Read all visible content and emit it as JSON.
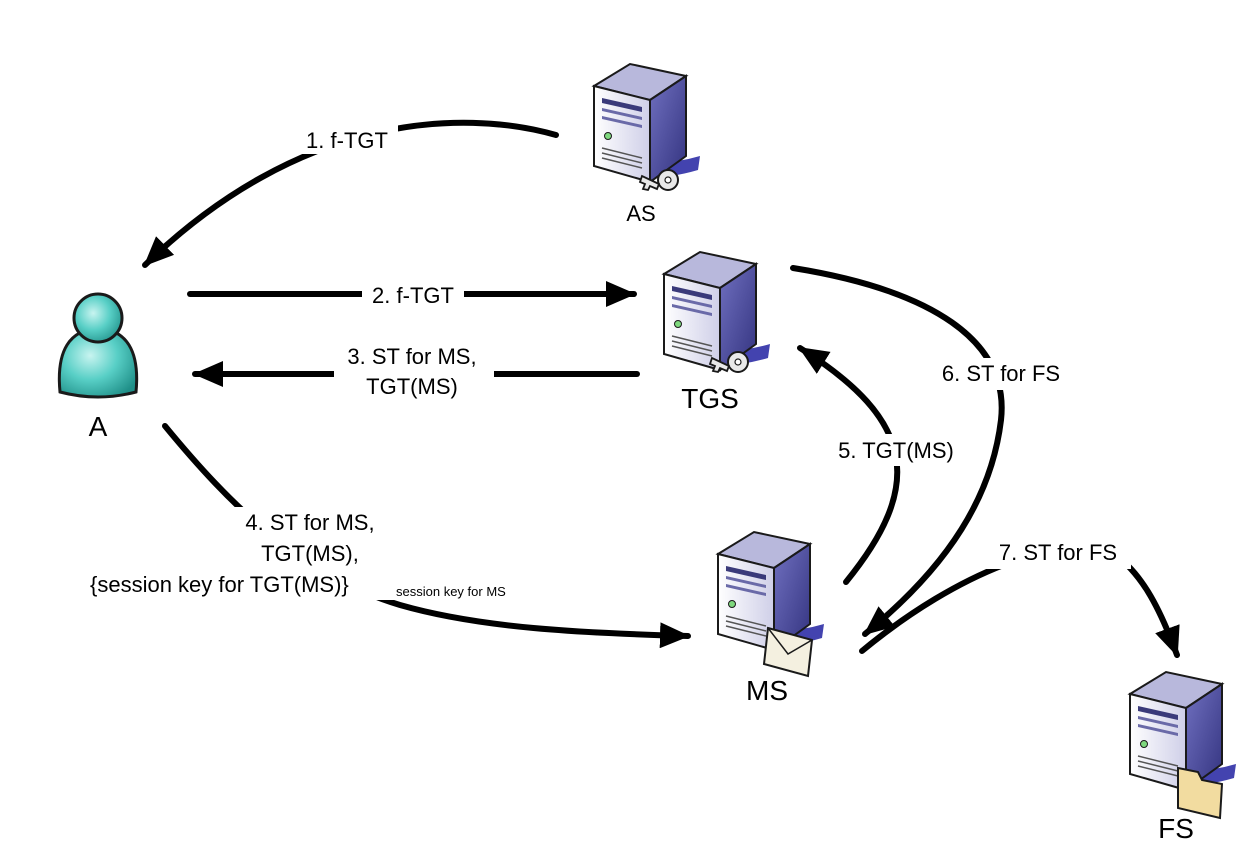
{
  "nodes": {
    "user": {
      "label": "A",
      "icon": "user-icon"
    },
    "as": {
      "label": "AS",
      "icon": "server-with-key-icon"
    },
    "tgs": {
      "label": "TGS",
      "icon": "server-with-key-icon"
    },
    "ms": {
      "label": "MS",
      "icon": "server-with-envelope-icon"
    },
    "fs": {
      "label": "FS",
      "icon": "server-with-folder-icon"
    }
  },
  "edges": {
    "e1": {
      "label": "1. f-TGT",
      "from": "AS",
      "to": "A"
    },
    "e2": {
      "label": "2. f-TGT",
      "from": "A",
      "to": "TGS"
    },
    "e3": {
      "line1": "3. ST for MS,",
      "line2": "TGT(MS)",
      "from": "TGS",
      "to": "A"
    },
    "e4": {
      "line1": "4. ST for MS,",
      "line2": "TGT(MS),",
      "line3": "{session key for TGT(MS)}",
      "subscript": "session key for MS",
      "from": "A",
      "to": "MS"
    },
    "e5": {
      "label": "5. TGT(MS)",
      "from": "MS",
      "to": "TGS"
    },
    "e6": {
      "label": "6. ST for FS",
      "from": "TGS",
      "to": "MS"
    },
    "e7": {
      "label": "7. ST for FS",
      "from": "MS",
      "to": "FS"
    }
  },
  "colors": {
    "server_front": "#e4e4f2",
    "server_side": "#5555a8",
    "server_top": "#b8b8dc",
    "server_shadow": "#2f2fa6",
    "user_body": "#4fc8c0",
    "user_outline": "#1a1a1a",
    "arrow": "#000000"
  }
}
